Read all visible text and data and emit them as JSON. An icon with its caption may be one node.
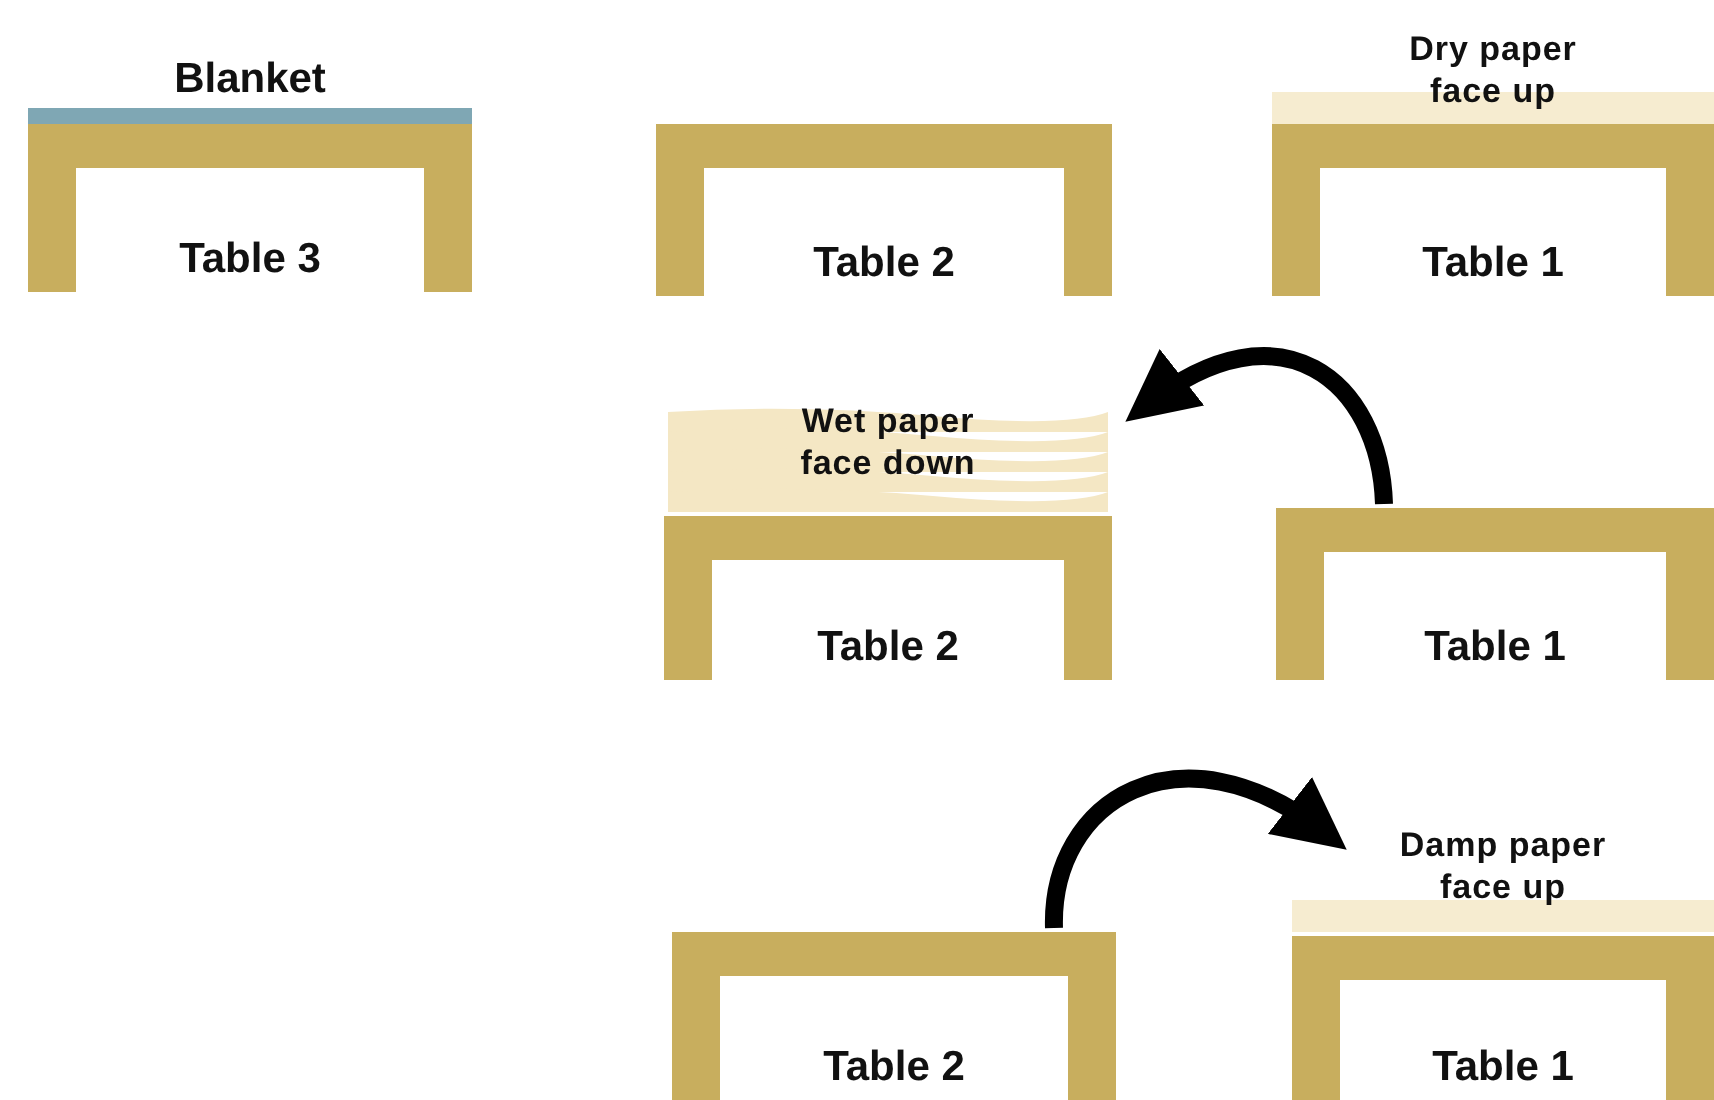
{
  "diagram": {
    "nodes": [
      {
        "text": [
          "Blanket"
        ]
      },
      {
        "text": [
          "Table 3"
        ]
      },
      {
        "text": [
          "Table 2"
        ]
      },
      {
        "text": [
          "Dry paper face up"
        ]
      },
      {
        "text": [
          "Table 1"
        ]
      },
      {
        "text": [
          "Wet paper face down"
        ]
      },
      {
        "text": [
          "Table 2"
        ]
      },
      {
        "text": [
          "Table 1"
        ]
      },
      {
        "text": [
          "Table 2"
        ]
      },
      {
        "text": [
          "Damp paper face up"
        ]
      },
      {
        "text": [
          "Table 1"
        ]
      }
    ],
    "edges": [
      {
        "from": 7,
        "to": 5,
        "arrow": "to"
      },
      {
        "from": 8,
        "to": 9,
        "arrow": "to"
      }
    ]
  }
}
